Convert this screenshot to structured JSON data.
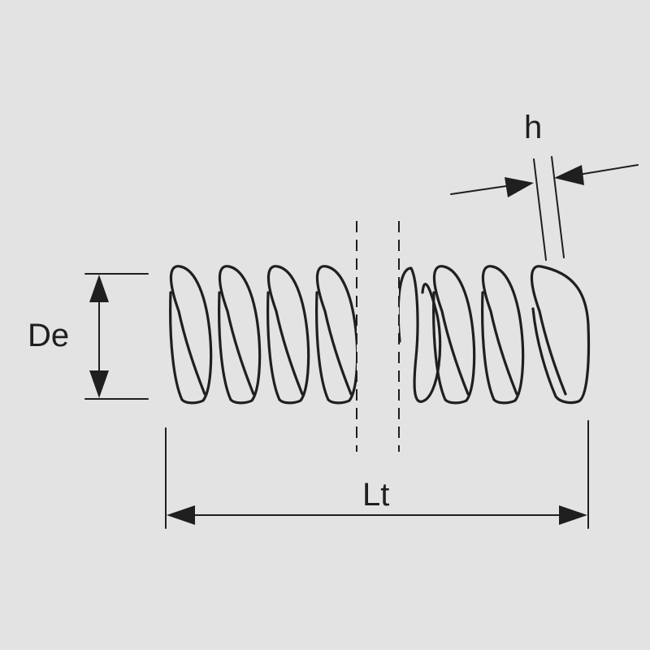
{
  "labels": {
    "diameter": "De",
    "length": "Lt",
    "wire": "h"
  },
  "colors": {
    "background": "#e2e3e2",
    "ink": "#1f1f1f"
  }
}
